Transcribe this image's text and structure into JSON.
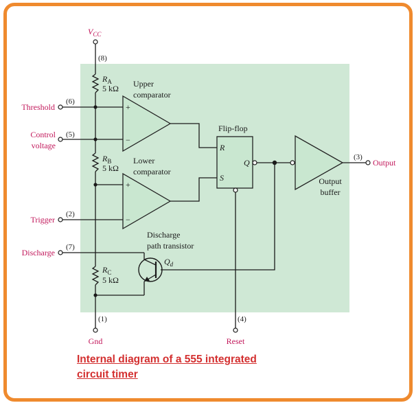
{
  "diagram": {
    "vcc": "V",
    "vcc_sub": "CC",
    "gnd": "Gnd",
    "reset": "Reset",
    "output": "Output",
    "pins": {
      "p8": "(8)",
      "p6": "(6)",
      "p5": "(5)",
      "p2": "(2)",
      "p7": "(7)",
      "p1": "(1)",
      "p4": "(4)",
      "p3": "(3)"
    },
    "inputs": {
      "threshold": "Threshold",
      "control_line1": "Control",
      "control_line2": "voltage",
      "trigger": "Trigger",
      "discharge": "Discharge"
    },
    "resistors": {
      "ra_name": "R",
      "ra_sub": "A",
      "ra_value": "5 kΩ",
      "rb_name": "R",
      "rb_sub": "B",
      "rb_value": "5 kΩ",
      "rc_name": "R",
      "rc_sub": "C",
      "rc_value": "5 kΩ"
    },
    "upper_comparator": [
      "Upper",
      "comparator"
    ],
    "lower_comparator": [
      "Lower",
      "comparator"
    ],
    "flipflop": {
      "title": "Flip-flop",
      "r": "R",
      "s": "S",
      "q": "Q"
    },
    "output_buffer": [
      "Output",
      "buffer"
    ],
    "discharge_transistor": [
      "Discharge",
      "path transistor"
    ],
    "qd": "Q",
    "qd_sub": "d",
    "plus": "+",
    "minus": "−"
  },
  "caption": {
    "line1": "Internal diagram of a 555 integrated",
    "line2": "circuit timer"
  },
  "colors": {
    "frame": "#ef8a2e",
    "panel": "#cfe8d5",
    "external_label": "#c2185b",
    "caption": "#d32f2f"
  }
}
